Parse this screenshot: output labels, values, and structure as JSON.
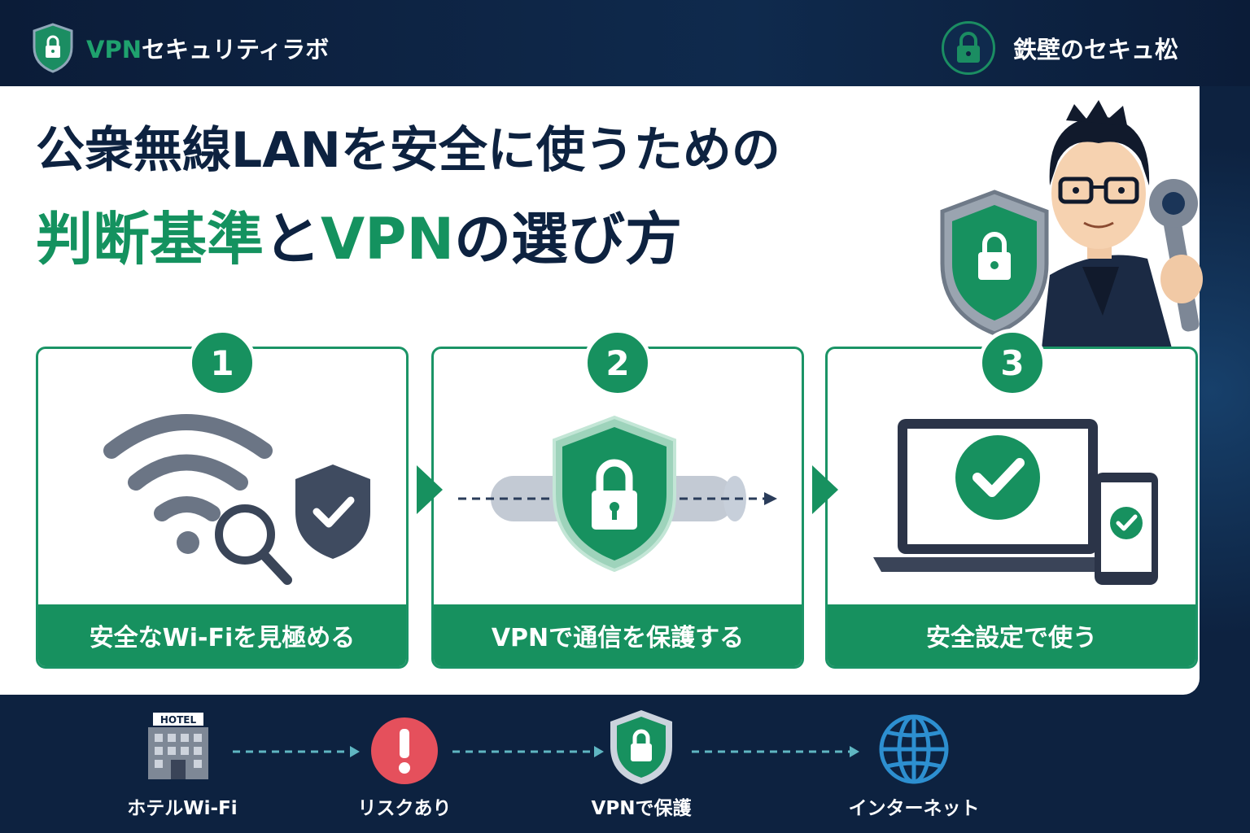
{
  "header": {
    "brand_accent": "VPN",
    "brand_rest": "セキュリティラボ",
    "author_name": "鉄壁のセキュ松"
  },
  "title": {
    "line1": "公衆無線LANを安全に使うための",
    "line2_part1": "判断基準",
    "line2_part2": "と",
    "line2_part3": "VPN",
    "line2_part4": "の選び方"
  },
  "steps": [
    {
      "number": "1",
      "label": "安全なWi-Fiを見極める",
      "icons": [
        "wifi-icon",
        "magnifier-icon",
        "check-shield-icon"
      ]
    },
    {
      "number": "2",
      "label": "VPNで通信を保護する",
      "icons": [
        "tunnel-icon",
        "lock-shield-icon"
      ]
    },
    {
      "number": "3",
      "label": "安全設定で使う",
      "icons": [
        "laptop-check-icon",
        "phone-check-icon"
      ]
    }
  ],
  "flow": [
    {
      "label": "ホテルWi-Fi",
      "icon": "hotel-icon",
      "sign_text": "HOTEL"
    },
    {
      "label": "リスクあり",
      "icon": "warning-icon"
    },
    {
      "label": "VPNで保護",
      "icon": "lock-shield-icon"
    },
    {
      "label": "インターネット",
      "icon": "globe-icon"
    }
  ],
  "colors": {
    "navy": "#0d2240",
    "green": "#17915f",
    "gray_icon": "#6b7585",
    "risk_red": "#e5505c",
    "globe_blue": "#2d8fd0"
  }
}
